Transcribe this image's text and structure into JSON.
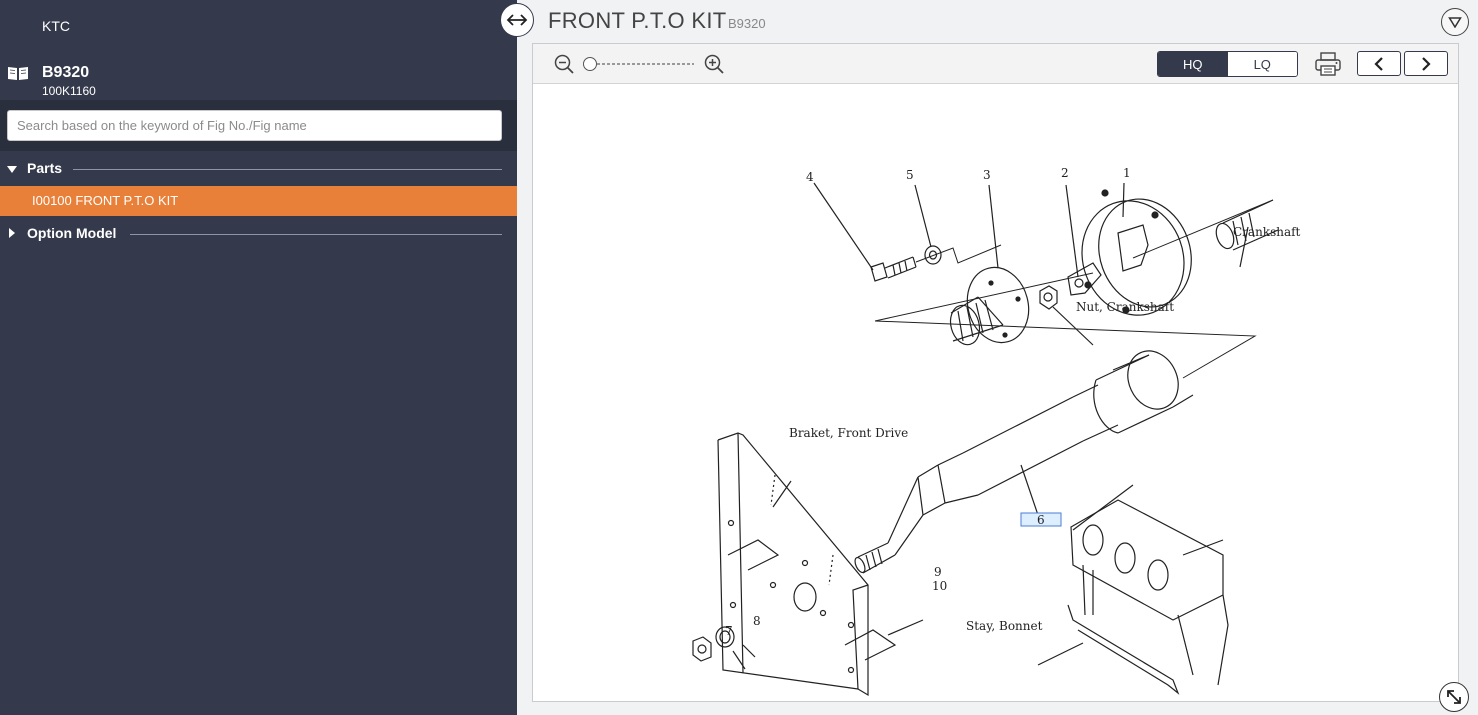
{
  "sidebar": {
    "brand": "KTC",
    "model": {
      "code": "B9320",
      "sub": "100K1160"
    },
    "search": {
      "placeholder": "Search based on the keyword of Fig No./Fig name",
      "value": ""
    },
    "sections": [
      {
        "label": "Parts",
        "expanded": true
      },
      {
        "label": "Option Model",
        "expanded": false
      }
    ],
    "active_item": "I00100 FRONT P.T.O KIT",
    "accent_color": "#e8803a",
    "background_color": "#343a4c"
  },
  "header": {
    "title": "FRONT P.T.O KIT",
    "subtitle": "B9320"
  },
  "toolbar": {
    "zoom_level": 0,
    "quality_options": [
      "HQ",
      "LQ"
    ],
    "quality_selected": "HQ"
  },
  "icons": {
    "toggle": "expand-horizontal-icon",
    "menu": "triangle-down-icon",
    "zoom_out": "zoom-out-icon",
    "zoom_in": "zoom-in-icon",
    "print": "printer-icon",
    "prev": "chevron-left-icon",
    "next": "chevron-right-icon",
    "expand": "expand-diagonal-icon",
    "model": "book-icon"
  },
  "drawing": {
    "callouts": [
      "1",
      "2",
      "3",
      "4",
      "5",
      "6",
      "7",
      "8",
      "9",
      "10"
    ],
    "highlighted_callout": "6",
    "labels": {
      "crankshaft": "Crankshaft",
      "nut_crankshaft": "Nut, Crankshaft",
      "braket_front_drive": "Braket, Front Drive",
      "stay_bonnet": "Stay, Bonnet"
    }
  }
}
